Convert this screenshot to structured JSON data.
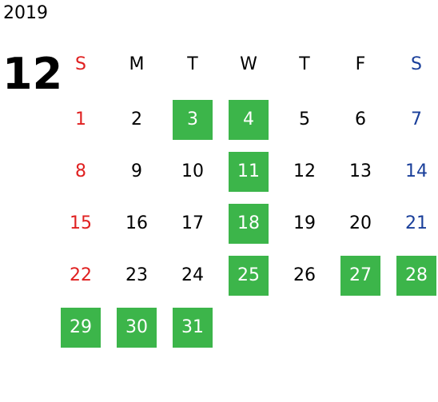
{
  "calendar": {
    "year": "2019",
    "month": "12",
    "colors": {
      "default": "#000000",
      "sunday": "#e02020",
      "saturday": "#1a3f9a",
      "highlight_bg": "#3cb54a",
      "highlight_text": "#ffffff"
    },
    "weekdays": [
      {
        "label": "S",
        "type": "sunday"
      },
      {
        "label": "M",
        "type": "weekday"
      },
      {
        "label": "T",
        "type": "weekday"
      },
      {
        "label": "W",
        "type": "weekday"
      },
      {
        "label": "T",
        "type": "weekday"
      },
      {
        "label": "F",
        "type": "weekday"
      },
      {
        "label": "S",
        "type": "saturday"
      }
    ],
    "weeks": [
      [
        {
          "day": "1",
          "highlight": false
        },
        {
          "day": "2",
          "highlight": false
        },
        {
          "day": "3",
          "highlight": true
        },
        {
          "day": "4",
          "highlight": true
        },
        {
          "day": "5",
          "highlight": false
        },
        {
          "day": "6",
          "highlight": false
        },
        {
          "day": "7",
          "highlight": false
        }
      ],
      [
        {
          "day": "8",
          "highlight": false
        },
        {
          "day": "9",
          "highlight": false
        },
        {
          "day": "10",
          "highlight": false
        },
        {
          "day": "11",
          "highlight": true
        },
        {
          "day": "12",
          "highlight": false
        },
        {
          "day": "13",
          "highlight": false
        },
        {
          "day": "14",
          "highlight": false
        }
      ],
      [
        {
          "day": "15",
          "highlight": false
        },
        {
          "day": "16",
          "highlight": false
        },
        {
          "day": "17",
          "highlight": false
        },
        {
          "day": "18",
          "highlight": true
        },
        {
          "day": "19",
          "highlight": false
        },
        {
          "day": "20",
          "highlight": false
        },
        {
          "day": "21",
          "highlight": false
        }
      ],
      [
        {
          "day": "22",
          "highlight": false
        },
        {
          "day": "23",
          "highlight": false
        },
        {
          "day": "24",
          "highlight": false
        },
        {
          "day": "25",
          "highlight": true
        },
        {
          "day": "26",
          "highlight": false
        },
        {
          "day": "27",
          "highlight": true
        },
        {
          "day": "28",
          "highlight": true
        }
      ],
      [
        {
          "day": "29",
          "highlight": true
        },
        {
          "day": "30",
          "highlight": true
        },
        {
          "day": "31",
          "highlight": true
        }
      ]
    ]
  }
}
